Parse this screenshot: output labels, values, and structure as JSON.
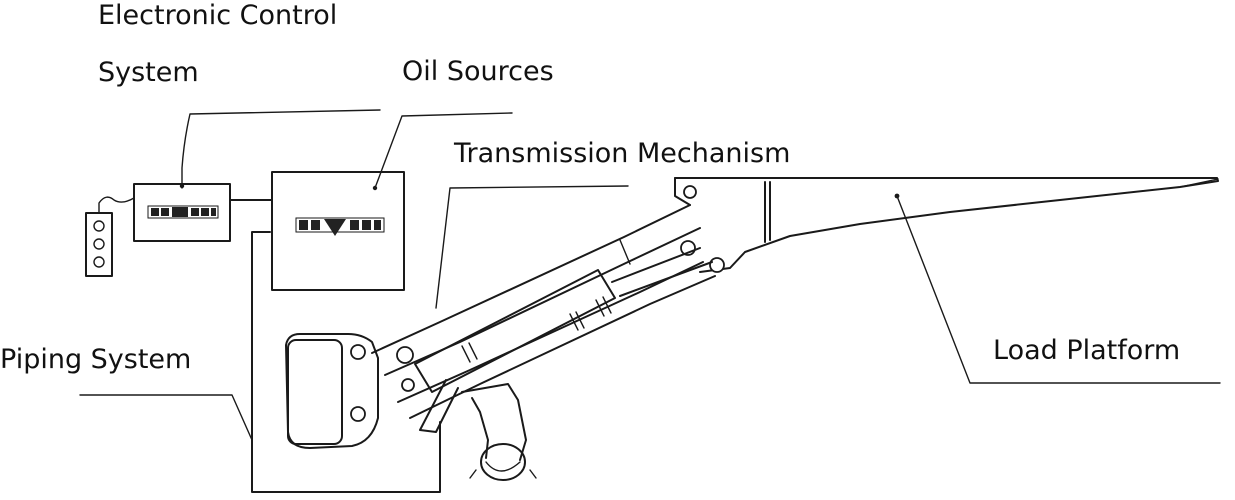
{
  "labels": {
    "electronic_control_line1": "Electronic Control",
    "electronic_control_line2": "System",
    "oil_sources": "Oil Sources",
    "transmission_mechanism": "Transmission Mechanism",
    "piping_system": "Piping System",
    "load_platform": "Load Platform"
  },
  "colors": {
    "line": "#1a1a1a",
    "background": "#ffffff"
  },
  "icons": {
    "remote": "remote-control-pendant",
    "controller_logo": "controller-box-logo",
    "oil_logo": "oil-source-box-logo"
  }
}
